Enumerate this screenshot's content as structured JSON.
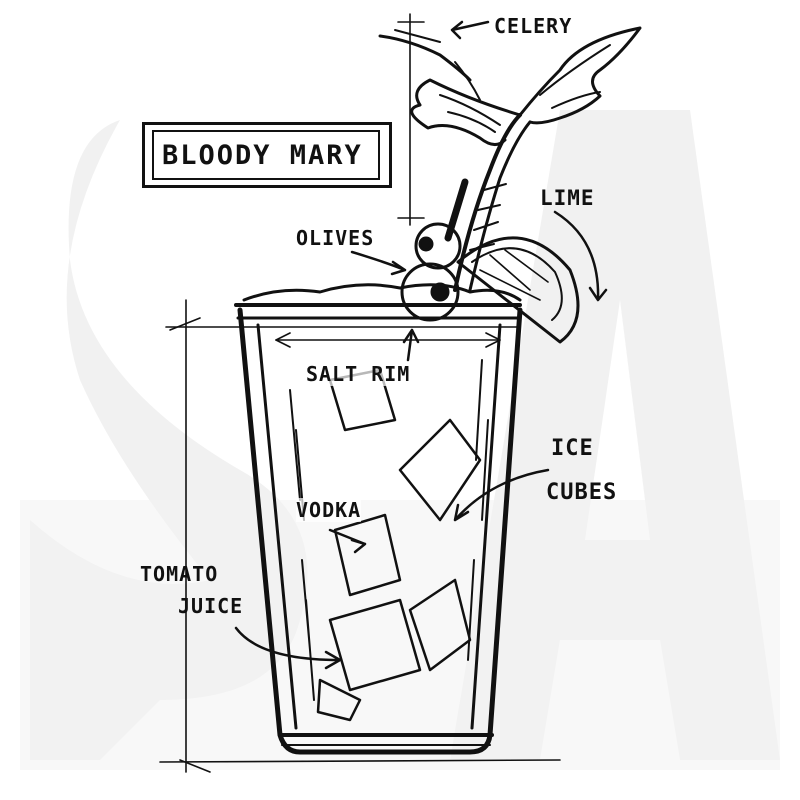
{
  "title": "BLOODY MARY",
  "labels": {
    "celery": "CELERY",
    "lime": "LIME",
    "olives": "OLIVES",
    "salt_rim": "SALT RIM",
    "ice_cubes_line1": "ICE",
    "ice_cubes_line2": "CUBES",
    "vodka": "VODKA",
    "tomato_juice_line1": "TOMATO",
    "tomato_juice_line2": "JUICE"
  },
  "watermark": "SA",
  "colors": {
    "ink": "#111111",
    "watermark": "#f1f1f1",
    "background": "#ffffff"
  }
}
